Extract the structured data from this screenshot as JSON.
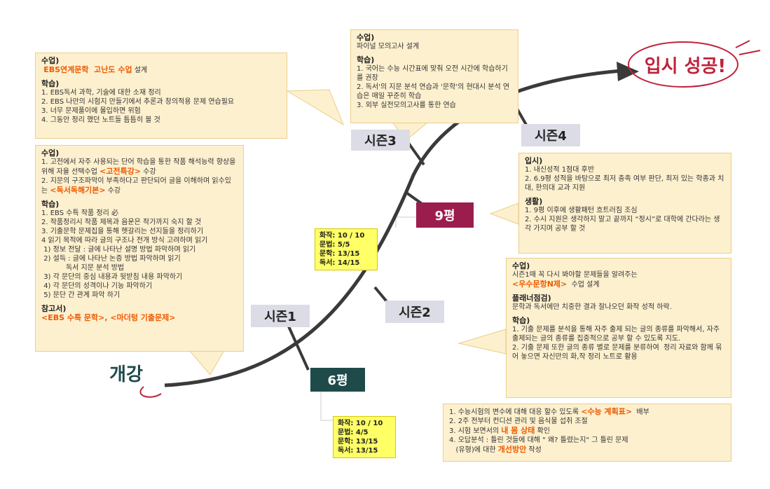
{
  "milestones": {
    "start": "개강",
    "s1": "시즌1",
    "s2": "시즌2",
    "s3": "시즌3",
    "s4": "시즌4",
    "m6": "6평",
    "m9": "9평",
    "goal": "입시 성공!"
  },
  "scores6": [
    "화작: 10 / 10",
    "문법: 4/5",
    "문학: 13/15",
    "독서: 13/15"
  ],
  "scores9": [
    "화작: 10 / 10",
    "문법: 5/5",
    "문학: 13/15",
    "독서: 14/15"
  ],
  "box_s1top": {
    "h1": "수업)",
    "l1_hl": "EBS연계문학  고난도 수업",
    "l1_rest": " 설계",
    "h2": "학습)",
    "lines": [
      "1. EBS독서 과학, 기술에 대한 소재 정리",
      "2. EBS 나만의 시험지 만들기에서 추론과 창의적용 문제 연습필요",
      "3. 너무 문제풀이에 몰입하면 위험",
      "4. 그동안 정리 했던 노트들 틈틈히 볼 것"
    ]
  },
  "box_s1": {
    "h1": "수업)",
    "c1a": "1. 고전에서 자주 사용되는 단어 학습을 통한 작품 해석능력 향상을 위해 자율 선택수업 ",
    "c1hl": "<고전특강>",
    "c1b": " 수강",
    "c2a": "2. 지문의 구조파악이 부족하다고 판단되어 글을 이해하며 읽수있는 ",
    "c2hl": "<독서독해기본>",
    "c2b": " 수강",
    "h2": "학습)",
    "lines": [
      "1. EBS 수특 작품 정리 必",
      "2. 작품정리시 작품 제목과 음운은 작가까지 숙지 할 것",
      "3. 기출문학 문제집을 통해 헷갈리는 선지들을 정리하기",
      "4 읽기 목적에 따라 글의 구조나 전개 방식 고려하며 읽기",
      " 1) 정보 전달 : 글에 나타난 설명 방법 파악하며 읽기",
      " 2) 설득 : 글에 나타난 논증 방법 파악하며 읽기",
      "           독서 지문 분석 방법",
      " 3) 각 문단의 중심 내용과 뒷받침 내용 파악하기",
      " 4) 각 문단의 성격이나 기능 파악하기",
      " 5) 문단 간 관계 파악 하기"
    ],
    "h3": "참고서)",
    "refs": "<EBS 수특 문학>, <마더텅 기출문제>"
  },
  "box_s3": {
    "h1": "수업)",
    "l1": "파이널 모의고사 설계",
    "h2": "학습)",
    "lines": [
      "1. 국어는 수능 시간표에 맞춰 오전 시간에 학습하기를 권장",
      "2. 독서'의 지문 분석 연습과 '문학'의 현대시 분석 연습은 매일 꾸준히 학습",
      "3. 외부 실전모의고사를 통한 연습"
    ]
  },
  "box_9": {
    "h1": "입시)",
    "l1": [
      "1. 내신성적 1점대 후반",
      "2. 6.9평 성적을 바탕으로 최저 충족 여부 판단, 최저 있는 학종과 치대, 한의대 교과 지원"
    ],
    "h2": "생활)",
    "l2": [
      "1. 9평 이후에 생활패턴 흐트러짐 조심",
      "2. 수시 지원은 생각하지 말고 끝까지 “정시”로 대학에 간다라는 생각 가지며 공부 할 것"
    ]
  },
  "box_s2": {
    "h1": "수업)",
    "l1": "시즌1때 꼭 다시 봐야할 문제들을 알려주는",
    "l1hl": "<우수문항N제>",
    "l1b": "  수업 설계",
    "h2": "플래너점검)",
    "l2": "문학과 독서에만 치중한 결과 잘나오던 화작 성적 하락.",
    "h3": "학습)",
    "l3": [
      "1. 기출 문제를 분석을 통해 자주 출제 되는 글의 종류를 파악해서, 자주 출제되는 글의 종류를 집중적으로 공부 할 수 있도록 지도.",
      "2. 기출 문제 또한 글의 종류 별로 문제를 분류하여  정리 자료와 함께 묶어 놓으면 자신만의 화,작 정리 노트로 활용"
    ]
  },
  "box_6": {
    "l1a": "1. 수능시험의 변수에 대해 대응 할수 있도록 ",
    "l1hl": "<수능 계획표>",
    "l1b": "  배부",
    "l2": "2. 2주 전부터 컨디션 관리 및 음식물 섭취 조절",
    "l3a": "3. 시험 보면서의 ",
    "l3hl": "내 몸 상태",
    "l3b": " 확인",
    "l4": "4. 오답분석 : 틀린 것들에 대해 \" 왜? 틀렸는지\" 그 틀린 문제",
    "l5a": "   (유형)에 대한 ",
    "l5hl": "개선방안",
    "l5b": " 작성"
  },
  "colors": {
    "accent": "#ee5a00",
    "m6": "#1f4a4a",
    "m9": "#9a1d4d",
    "goal": "#c0223b",
    "line": "#3a3a3a"
  }
}
